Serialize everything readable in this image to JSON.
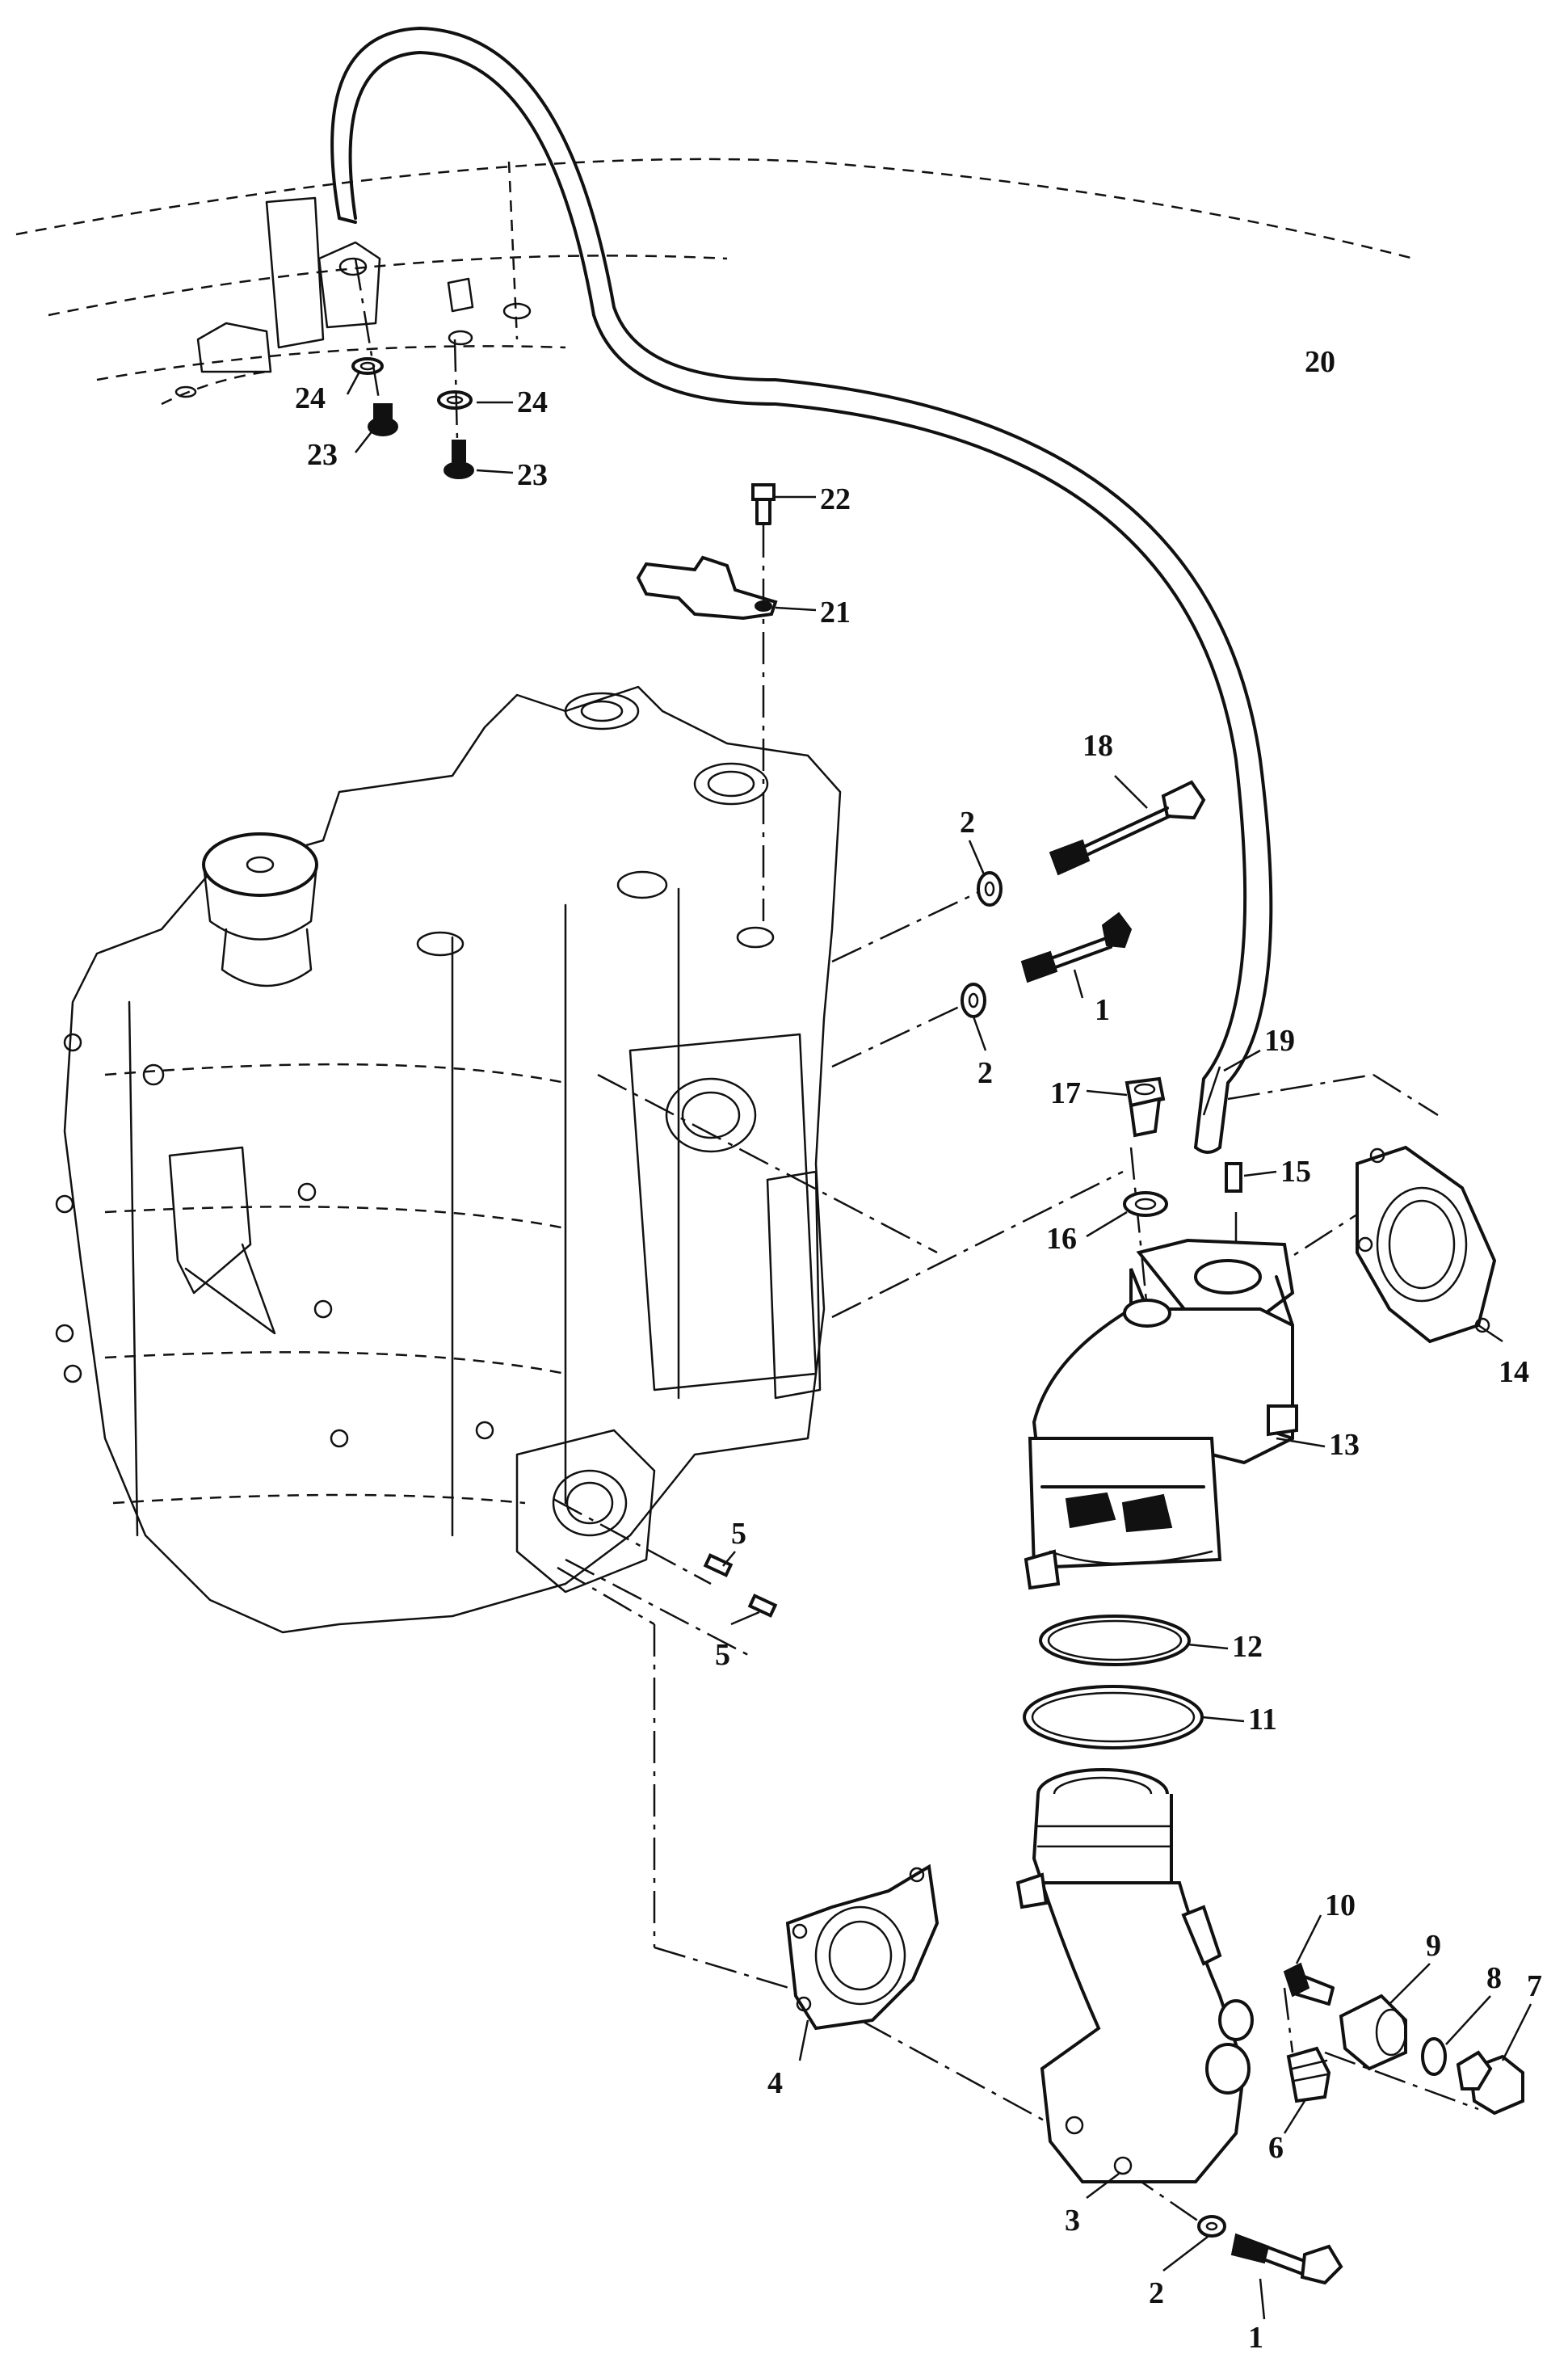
{
  "callouts": {
    "c1a": "1",
    "c1b": "1",
    "c2a": "2",
    "c2b": "2",
    "c2c": "2",
    "c3": "3",
    "c4": "4",
    "c5a": "5",
    "c5b": "5",
    "c6": "6",
    "c7": "7",
    "c8": "8",
    "c9": "9",
    "c10": "10",
    "c11": "11",
    "c12": "12",
    "c13": "13",
    "c14": "14",
    "c15": "15",
    "c16": "16",
    "c17": "17",
    "c18": "18",
    "c19": "19",
    "c20": "20",
    "c21": "21",
    "c22": "22",
    "c23a": "23",
    "c23b": "23",
    "c24a": "24",
    "c24b": "24"
  }
}
